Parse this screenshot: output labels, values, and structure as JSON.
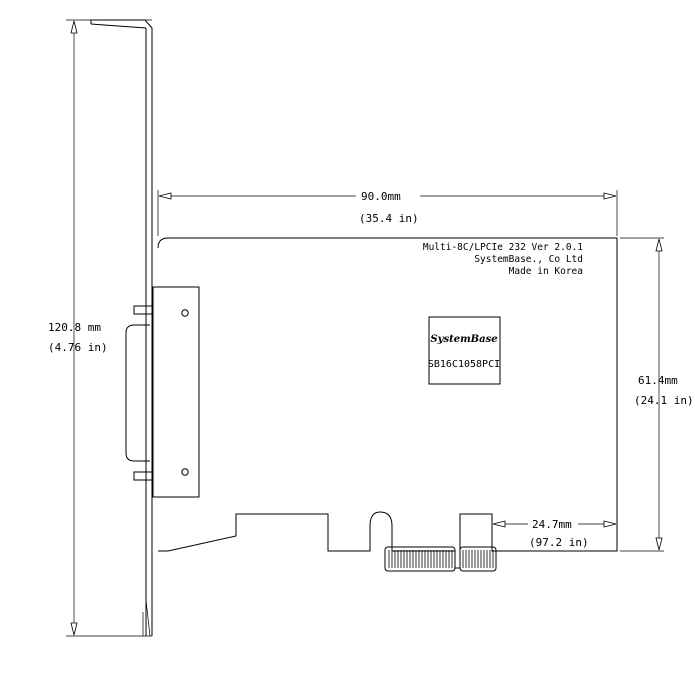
{
  "dimensions": {
    "bracket_height": {
      "value": "120.8 mm",
      "alt": "(4.76 in)"
    },
    "board_width": {
      "value": "90.0mm",
      "alt": "(35.4 in)"
    },
    "board_height": {
      "value": "61.4mm",
      "alt": "(24.1 in)"
    },
    "edge_offset": {
      "value": "24.7mm",
      "alt": "(97.2 in)"
    }
  },
  "board_label": {
    "line1": "Multi-8C/LPCIe 232 Ver 2.0.1",
    "line2": "SystemBase., Co Ltd",
    "line3": "Made in Korea"
  },
  "chip": {
    "logo": "SystemBase",
    "part": "SB16C1058PCI"
  }
}
